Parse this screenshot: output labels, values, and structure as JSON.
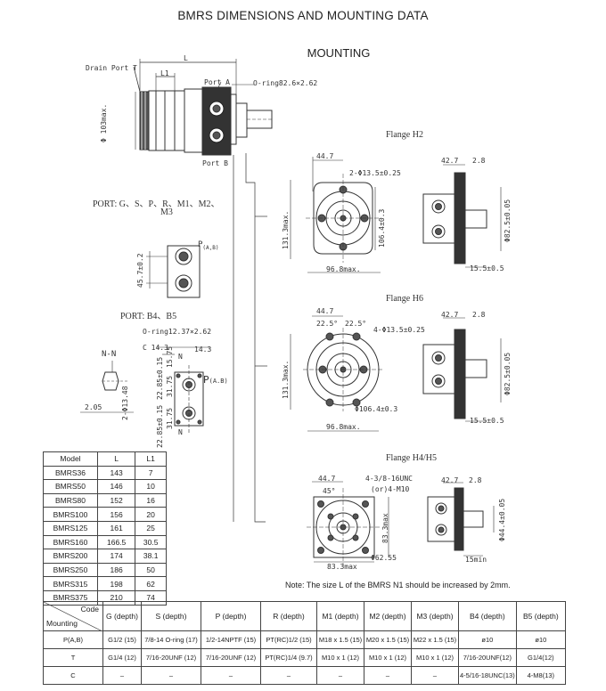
{
  "page": {
    "title": "BMRS DIMENSIONS AND  MOUNTING DATA",
    "subtitle": "MOUNTING",
    "note": "Note: The size L of the BMRS N1 should be increased by 2mm."
  },
  "main_view": {
    "drain_port": "Drain Port T",
    "dim_L": "L",
    "dim_L1": "L1",
    "port_A": "Port A",
    "port_B": "Port B",
    "oring": "O-ring82.6×2.62",
    "dia_max": "Φ 103max."
  },
  "ports_G": {
    "caption_line1": "PORT: G、S、P、R、M1、M2、",
    "caption_line2": "M3",
    "p_label": "P",
    "p_sub": "(A,B)",
    "dim": "45.7±0.2"
  },
  "ports_B": {
    "caption": "PORT: B4、B5",
    "oring": "O-ring12.37×2.62",
    "nn": "N-N",
    "c_dim": "C 14.3",
    "dim_143": "14.3",
    "n_top": "N",
    "n_bot": "N",
    "p_label": "P",
    "p_sub": "(A.B)",
    "d_205": "2.05",
    "d_dia": "2-Φ13.48",
    "d_31_75a": "31.75",
    "d_31_75b": "31.75",
    "d_2285a": "22.85±0.15",
    "d_2285b": "22.85±0.15",
    "d_1575": "15.75"
  },
  "flange_h2": {
    "label": "Flange H2",
    "d_447": "44.7",
    "holes": "2-Φ13.5±0.25",
    "d_1064": "106.4±0.3",
    "d_1313": "131.3max.",
    "d_968": "96.8max.",
    "d_427": "42.7",
    "d_28": "2.8",
    "d_825": "Φ82.5±0.05",
    "d_155": "15.5±0.5"
  },
  "flange_h6": {
    "label": "Flange H6",
    "d_447": "44.7",
    "a1": "22.5°",
    "a2": "22.5°",
    "holes": "4-Φ13.5±0.25",
    "d_1064": "Φ106.4±0.3",
    "d_1313": "131.3max.",
    "d_968": "96.8max.",
    "d_427": "42.7",
    "d_28": "2.8",
    "d_825": "Φ82.5±0.05",
    "d_155": "15.5±0.5"
  },
  "flange_h45": {
    "label": "Flange H4/H5",
    "d_447": "44.7",
    "angle": "45°",
    "holes1": "4-3/8-16UNC",
    "holes2": "(or)4-M10",
    "d_833a": "83.3max",
    "d_833b": "83.3max",
    "d_6255": "Φ62.55",
    "d_427": "42.7",
    "d_28": "2.8",
    "d_44": "Φ44.4±0.05",
    "d_15": "15min"
  },
  "model_table": {
    "headers": [
      "Model",
      "L",
      "L1"
    ],
    "rows": [
      [
        "BMRS36",
        "143",
        "7"
      ],
      [
        "BMRS50",
        "146",
        "10"
      ],
      [
        "BMRS80",
        "152",
        "16"
      ],
      [
        "BMRS100",
        "156",
        "20"
      ],
      [
        "BMRS125",
        "161",
        "25"
      ],
      [
        "BMRS160",
        "166.5",
        "30.5"
      ],
      [
        "BMRS200",
        "174",
        "38.1"
      ],
      [
        "BMRS250",
        "186",
        "50"
      ],
      [
        "BMRS315",
        "198",
        "62"
      ],
      [
        "BMRS375",
        "210",
        "74"
      ]
    ]
  },
  "code_table": {
    "corner_code": "Code",
    "corner_mounting": "Mounting",
    "headers": [
      "G (depth)",
      "S (depth)",
      "P (depth)",
      "R (depth)",
      "M1 (depth)",
      "M2 (depth)",
      "M3 (depth)",
      "B4 (depth)",
      "B5 (depth)"
    ],
    "rows": [
      [
        "P(A,B)",
        "G1/2  (15)",
        "7/8-14  O-ring (17)",
        "1/2-14NPTF (15)",
        "PT(RC)1/2 (15)",
        "M18 x 1.5 (15)",
        "M20 x 1.5 (15)",
        "M22 x 1.5 (15)",
        "ø10",
        "ø10"
      ],
      [
        "T",
        "G1/4  (12)",
        "7/16-20UNF  (12)",
        "7/16-20UNF  (12)",
        "PT(RC)1/4  (9.7)",
        "M10 x 1   (12)",
        "M10 x 1   (12)",
        "M10 x 1   (12)",
        "7/16-20UNF(12)",
        "G1/4(12)"
      ],
      [
        "C",
        "–",
        "–",
        "–",
        "–",
        "–",
        "–",
        "–",
        "4-5/16-18UNC(13)",
        "4-M8(13)"
      ]
    ]
  }
}
